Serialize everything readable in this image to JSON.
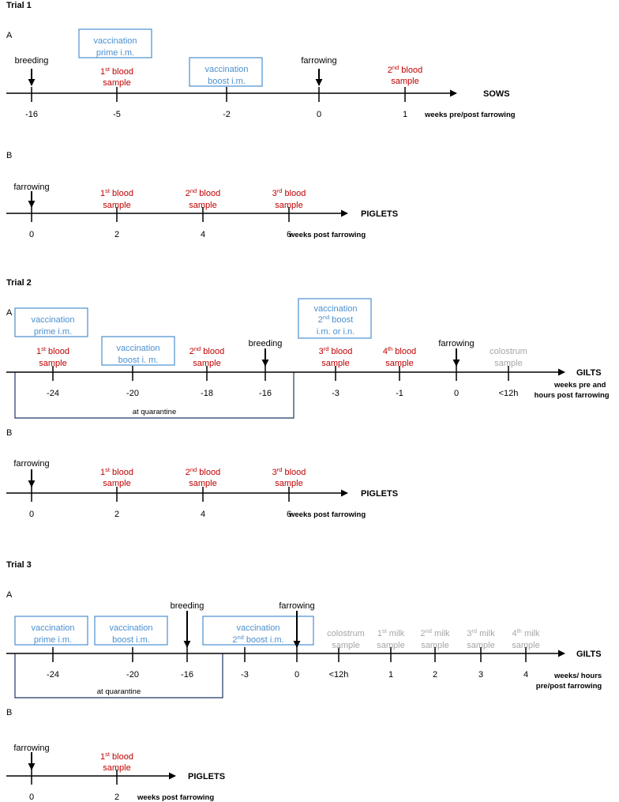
{
  "trials": [
    {
      "title": "Trial 1",
      "panels": [
        {
          "label": "A",
          "end_label": "SOWS",
          "axis_label": [
            "weeks pre/post farrowing"
          ],
          "ticks": [
            "-16",
            "-5",
            "-2",
            "0",
            "1"
          ],
          "events": [
            {
              "text": [
                "breeding"
              ],
              "type": "event",
              "arrow": true
            },
            {
              "text": [
                "1st blood",
                "sample"
              ],
              "type": "blood"
            },
            {
              "text": [
                "vaccination",
                "prime i.m."
              ],
              "type": "vaccination"
            },
            {
              "text": [
                "vaccination",
                "boost i.m."
              ],
              "type": "vaccination"
            },
            {
              "text": [
                "farrowing"
              ],
              "type": "event",
              "arrow": true
            },
            {
              "text": [
                "2nd blood",
                "sample"
              ],
              "type": "blood"
            }
          ]
        },
        {
          "label": "B",
          "end_label": "PIGLETS",
          "axis_label": [
            "weeks post farrowing"
          ],
          "ticks": [
            "0",
            "2",
            "4",
            "6"
          ],
          "events": [
            {
              "text": [
                "farrowing"
              ],
              "type": "event",
              "arrow": true
            },
            {
              "text": [
                "1st blood",
                "sample"
              ],
              "type": "blood"
            },
            {
              "text": [
                "2nd blood",
                "sample"
              ],
              "type": "blood"
            },
            {
              "text": [
                "3rd blood",
                "sample"
              ],
              "type": "blood"
            }
          ]
        }
      ]
    },
    {
      "title": "Trial 2",
      "panels": [
        {
          "label": "A",
          "end_label": "GILTS",
          "axis_label": [
            "weeks pre and",
            "hours post farrowing"
          ],
          "quarantine_label": "at quarantine",
          "ticks": [
            "-24",
            "-20",
            "-18",
            "-16",
            "-3",
            "-1",
            "0",
            "<12h"
          ],
          "events": [
            {
              "text": [
                "vaccination",
                "prime i.m."
              ],
              "type": "vaccination"
            },
            {
              "text": [
                "1st blood",
                "sample"
              ],
              "type": "blood"
            },
            {
              "text": [
                "vaccination",
                "boost i. m."
              ],
              "type": "vaccination"
            },
            {
              "text": [
                "2nd blood",
                "sample"
              ],
              "type": "blood"
            },
            {
              "text": [
                "breeding"
              ],
              "type": "event",
              "arrow": true
            },
            {
              "text": [
                "vaccination",
                "2nd boost",
                "i.m. or i.n."
              ],
              "type": "vaccination"
            },
            {
              "text": [
                "3rd blood",
                "sample"
              ],
              "type": "blood"
            },
            {
              "text": [
                "4th blood",
                "sample"
              ],
              "type": "blood"
            },
            {
              "text": [
                "farrowing"
              ],
              "type": "event",
              "arrow": true
            },
            {
              "text": [
                "colostrum",
                "sample"
              ],
              "type": "sample"
            }
          ]
        },
        {
          "label": "B",
          "end_label": "PIGLETS",
          "axis_label": [
            "weeks post farrowing"
          ],
          "ticks": [
            "0",
            "2",
            "4",
            "6"
          ],
          "events": [
            {
              "text": [
                "farrowing"
              ],
              "type": "event",
              "arrow": true
            },
            {
              "text": [
                "1st blood",
                "sample"
              ],
              "type": "blood"
            },
            {
              "text": [
                "2nd blood",
                "sample"
              ],
              "type": "blood"
            },
            {
              "text": [
                "3rd blood",
                "sample"
              ],
              "type": "blood"
            }
          ]
        }
      ]
    },
    {
      "title": "Trial 3",
      "panels": [
        {
          "label": "A",
          "end_label": "GILTS",
          "axis_label": [
            "weeks/ hours",
            "pre/post farrowing"
          ],
          "quarantine_label": "at quarantine",
          "ticks": [
            "-24",
            "-20",
            "-16",
            "-3",
            "0",
            "<12h",
            "1",
            "2",
            "3",
            "4"
          ],
          "events": [
            {
              "text": [
                "vaccination",
                "prime i.m."
              ],
              "type": "vaccination"
            },
            {
              "text": [
                "vaccination",
                "boost i.m."
              ],
              "type": "vaccination"
            },
            {
              "text": [
                "breeding"
              ],
              "type": "event",
              "arrow": true
            },
            {
              "text": [
                "vaccination",
                "2nd boost i.m."
              ],
              "type": "vaccination"
            },
            {
              "text": [
                "farrowing"
              ],
              "type": "event",
              "arrow": true
            },
            {
              "text": [
                "colostrum",
                "sample"
              ],
              "type": "sample"
            },
            {
              "text": [
                "1st milk",
                "sample"
              ],
              "type": "sample"
            },
            {
              "text": [
                "2nd milk",
                "sample"
              ],
              "type": "sample"
            },
            {
              "text": [
                "3rd milk",
                "sample"
              ],
              "type": "sample"
            },
            {
              "text": [
                "4th milk",
                "sample"
              ],
              "type": "sample"
            }
          ]
        },
        {
          "label": "B",
          "end_label": "PIGLETS",
          "axis_label": [
            "weeks post farrowing"
          ],
          "ticks": [
            "0",
            "2"
          ],
          "events": [
            {
              "text": [
                "farrowing"
              ],
              "type": "event",
              "arrow": true
            },
            {
              "text": [
                "1st blood",
                "sample"
              ],
              "type": "blood"
            }
          ]
        }
      ]
    }
  ]
}
